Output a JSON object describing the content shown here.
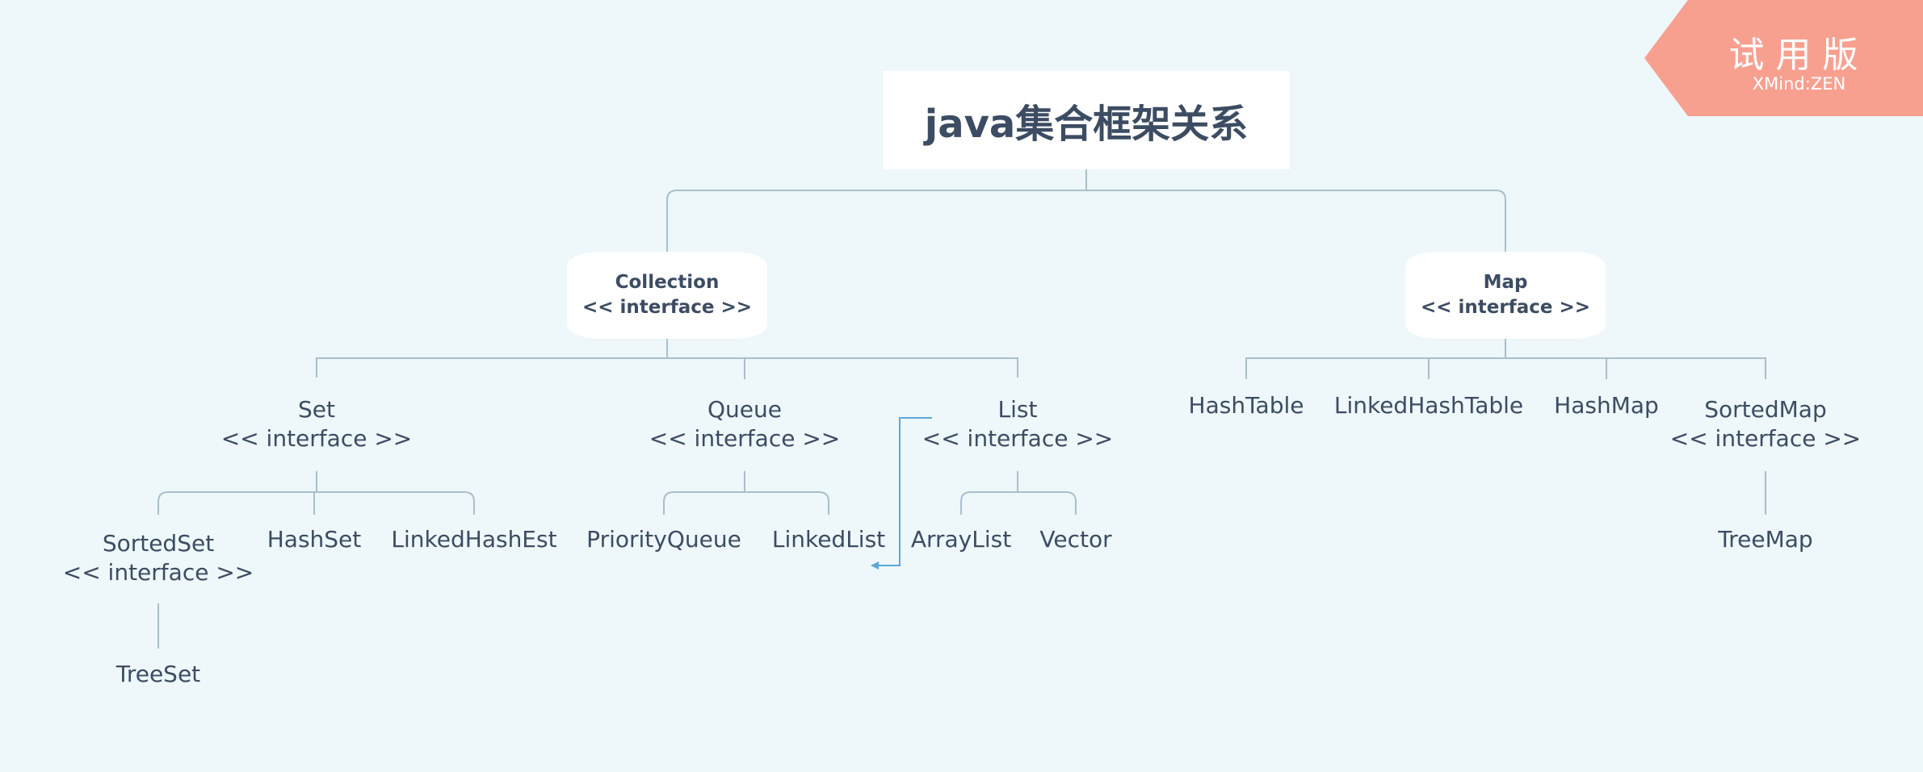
{
  "root": {
    "title": "java集合框架关系"
  },
  "collection": {
    "name": "Collection",
    "stereotype": "<< interface >>"
  },
  "map": {
    "name": "Map",
    "stereotype": "<< interface >>"
  },
  "set": {
    "name": "Set",
    "stereotype": "<< interface >>"
  },
  "queue": {
    "name": "Queue",
    "stereotype": "<< interface >>"
  },
  "list": {
    "name": "List",
    "stereotype": "<< interface >>"
  },
  "sorted_set": {
    "name": "SortedSet",
    "stereotype": "<< interface >>"
  },
  "hash_set": "HashSet",
  "linked_hash_set": "LinkedHashEst",
  "tree_set": "TreeSet",
  "priority_queue": "PriorityQueue",
  "linked_list": "LinkedList",
  "array_list": "ArrayList",
  "vector": "Vector",
  "hash_table": "HashTable",
  "linked_hash_table": "LinkedHashTable",
  "hash_map": "HashMap",
  "sorted_map": {
    "name": "SortedMap",
    "stereotype": "<< interface >>"
  },
  "tree_map": "TreeMap",
  "trial_badge": {
    "label": "试用版",
    "product": "XMind:ZEN",
    "color": "#f8a090"
  },
  "colors": {
    "line": "#a9bfcc",
    "relationship": "#5aa7d6",
    "background": "#eef7fa"
  }
}
